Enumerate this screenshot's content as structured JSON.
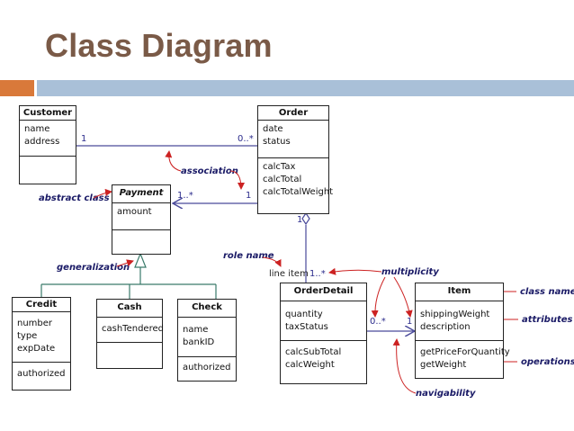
{
  "slide": {
    "title": "Class Diagram"
  },
  "classes": {
    "customer": {
      "name": "Customer",
      "attributes": [
        "name",
        "address"
      ],
      "operations": []
    },
    "order": {
      "name": "Order",
      "attributes": [
        "date",
        "status"
      ],
      "operations": [
        "calcTax",
        "calcTotal",
        "calcTotalWeight"
      ]
    },
    "payment": {
      "name": "Payment",
      "attributes": [
        "amount"
      ],
      "operations": []
    },
    "credit": {
      "name": "Credit",
      "attributes": [
        "number",
        "type",
        "expDate"
      ],
      "operations": [
        "authorized"
      ]
    },
    "cash": {
      "name": "Cash",
      "attributes": [
        "cashTendered"
      ],
      "operations": []
    },
    "check": {
      "name": "Check",
      "attributes": [
        "name",
        "bankID"
      ],
      "operations": [
        "authorized"
      ]
    },
    "orderdetail": {
      "name": "OrderDetail",
      "attributes": [
        "quantity",
        "taxStatus"
      ],
      "operations": [
        "calcSubTotal",
        "calcWeight"
      ]
    },
    "item": {
      "name": "Item",
      "attributes": [
        "shippingWeight",
        "description"
      ],
      "operations": [
        "getPriceForQuantity",
        "getWeight"
      ]
    }
  },
  "multiplicities": {
    "customer_order_customer": "1",
    "customer_order_order": "0..*",
    "order_payment_payment": "1..*",
    "order_payment_order": "1",
    "order_detail_order": "1",
    "order_detail_detail": "1..*",
    "detail_item_detail": "0..*",
    "detail_item_item": "1"
  },
  "role_name": "line item",
  "annotations": {
    "association": "association",
    "abstract_class": "abstract class",
    "generalization": "generalization",
    "role_name": "role name",
    "multiplicity": "multiplicity",
    "class_name": "class name",
    "attributes": "attributes",
    "operations": "operations",
    "navigability": "navigability"
  },
  "colors": {
    "title": "#7a5a47",
    "accent_orange": "#d9793a",
    "accent_blue": "#a9c0d8",
    "assoc_line": "#4a4a9a",
    "annotation_arrow": "#cc2222"
  }
}
